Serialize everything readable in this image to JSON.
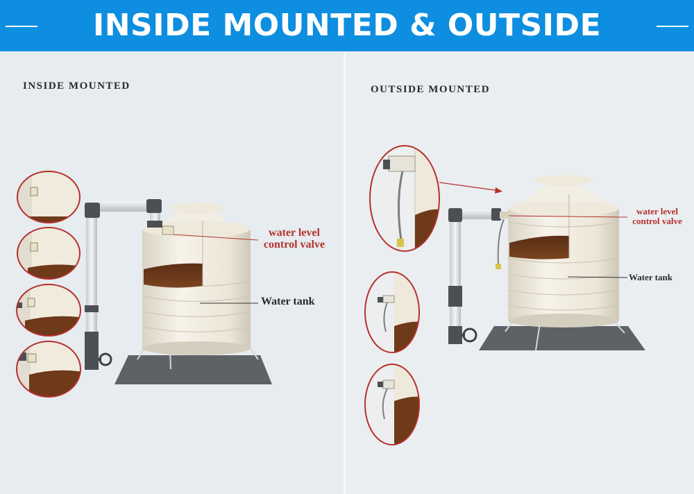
{
  "banner": {
    "title": "INSIDE MOUNTED & OUTSIDE MOUNTED",
    "color": "#0e8ee0"
  },
  "left": {
    "heading": "INSIDE MOUNTED",
    "valve_label_line1": "water level",
    "valve_label_line2": "control valve",
    "tank_label": "Water tank"
  },
  "right": {
    "heading": "OUTSIDE MOUNTED",
    "valve_label_line1": "water level",
    "valve_label_line2": "control valve",
    "tank_label": "Water tank"
  },
  "colors": {
    "tank": "#f1ecdf",
    "water": "#6e3a1a",
    "pipe": "#e6e8ea",
    "callout_ring": "#b5302c",
    "base": "#5a5f63"
  }
}
